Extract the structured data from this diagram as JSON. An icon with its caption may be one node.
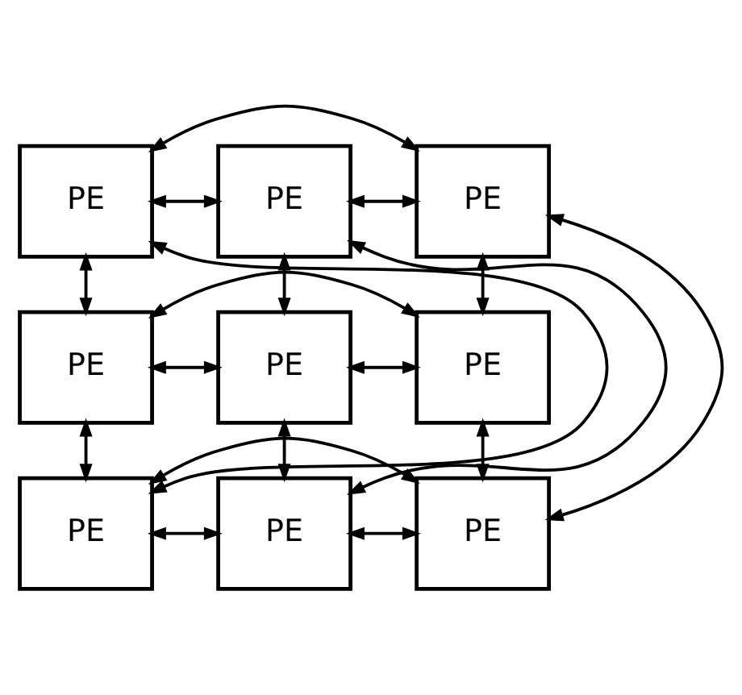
{
  "diagram": {
    "nodes": [
      {
        "text": [
          "PE"
        ]
      },
      {
        "text": [
          "PE"
        ]
      },
      {
        "text": [
          "PE"
        ]
      },
      {
        "text": [
          "PE"
        ]
      },
      {
        "text": [
          "PE"
        ]
      },
      {
        "text": [
          "PE"
        ]
      },
      {
        "text": [
          "PE"
        ]
      },
      {
        "text": [
          "PE"
        ]
      },
      {
        "text": [
          "PE"
        ]
      }
    ],
    "edges": [
      {
        "from": 0,
        "to": 1,
        "arrow": "both"
      },
      {
        "from": 1,
        "to": 2,
        "arrow": "both"
      },
      {
        "from": 3,
        "to": 4,
        "arrow": "both"
      },
      {
        "from": 4,
        "to": 5,
        "arrow": "both"
      },
      {
        "from": 6,
        "to": 7,
        "arrow": "both"
      },
      {
        "from": 7,
        "to": 8,
        "arrow": "both"
      },
      {
        "from": 0,
        "to": 3,
        "arrow": "both"
      },
      {
        "from": 3,
        "to": 6,
        "arrow": "both"
      },
      {
        "from": 1,
        "to": 4,
        "arrow": "both"
      },
      {
        "from": 4,
        "to": 7,
        "arrow": "both"
      },
      {
        "from": 2,
        "to": 5,
        "arrow": "both"
      },
      {
        "from": 5,
        "to": 8,
        "arrow": "both"
      },
      {
        "from": 0,
        "to": 2,
        "arrow": "both"
      },
      {
        "from": 3,
        "to": 5,
        "arrow": "both"
      },
      {
        "from": 6,
        "to": 8,
        "arrow": "both"
      },
      {
        "from": 0,
        "to": 6,
        "arrow": "both"
      },
      {
        "from": 1,
        "to": 7,
        "arrow": "both"
      },
      {
        "from": 2,
        "to": 8,
        "arrow": "both"
      }
    ]
  }
}
